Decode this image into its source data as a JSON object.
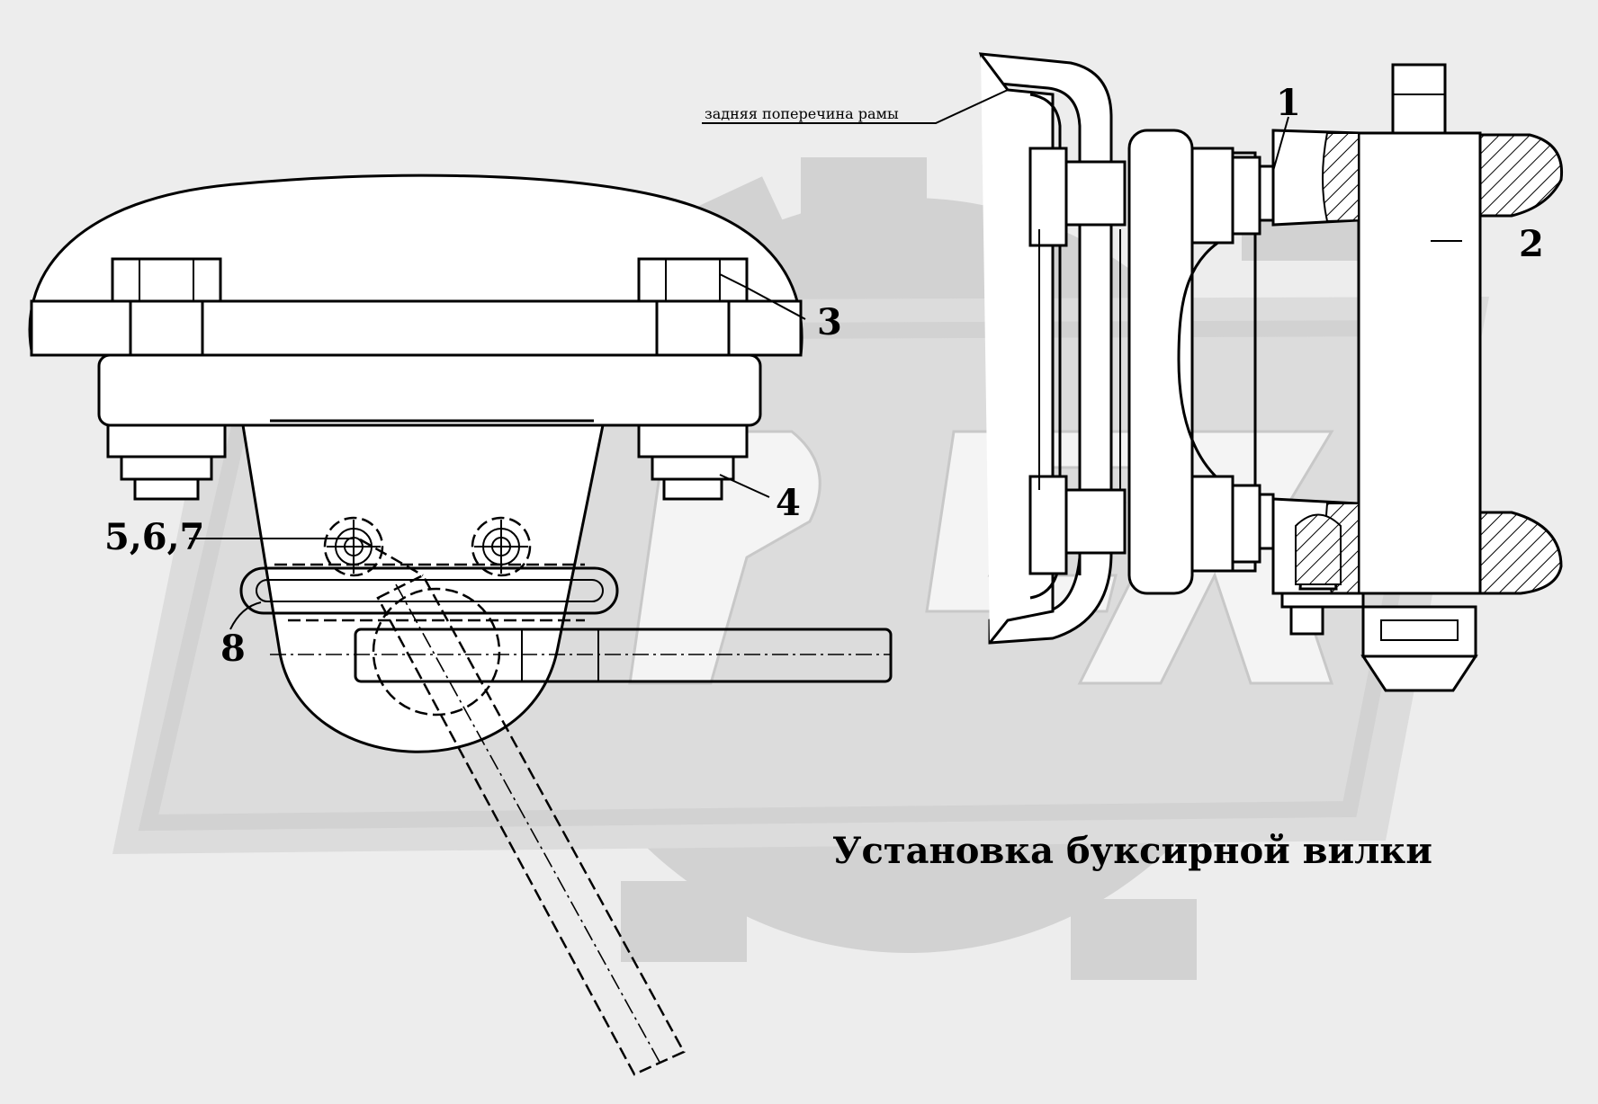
{
  "diagram": {
    "caption": "Установка буксирной вилки",
    "frame_label": "задняя поперечина рамы",
    "callouts": {
      "c1": "1",
      "c2": "2",
      "c3": "3",
      "c4": "4",
      "c567": "5,6,7",
      "c8": "8"
    },
    "watermark_text": "OPEX"
  }
}
